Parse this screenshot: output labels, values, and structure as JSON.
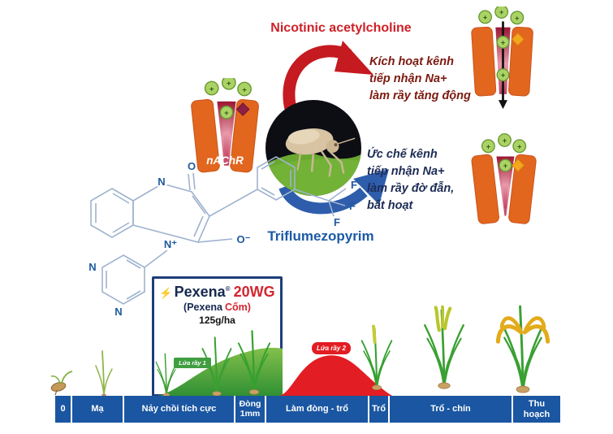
{
  "header": {
    "title": "Nicotinic acetylcholine",
    "compound": "Triflumezopyrim"
  },
  "mechanism": {
    "activation": {
      "lines": [
        "Kích hoạt kênh",
        "tiếp nhận Na+",
        "làm rầy tăng động"
      ]
    },
    "inhibition": {
      "lines": [
        "Ức chế kênh",
        "tiếp nhận Na+",
        "làm rầy đờ đẫn,",
        "bất hoạt"
      ]
    },
    "receptor_label": "nAChR",
    "ion_symbol": "+"
  },
  "molecule": {
    "atom_labels": {
      "o": "O",
      "n": "N",
      "n_plus": "N⁺",
      "o_minus": "O⁻",
      "f": "F",
      "n_left": "N",
      "n_bottom": "N"
    }
  },
  "product": {
    "logo_glyph": "⚡",
    "name": "Pexena",
    "reg_mark": "®",
    "formulation": "20WG",
    "alt_prefix": "(Pexena",
    "alt_accent": "Cốm)",
    "dose": "125g/ha"
  },
  "pests": {
    "wave1": "Lứa rầy 1",
    "wave2": "Lứa rầy 2"
  },
  "timeline": {
    "stages": [
      {
        "label": "0"
      },
      {
        "label": "Mạ"
      },
      {
        "label": "Nảy chồi tích cực"
      },
      {
        "label": "Đòng 1mm"
      },
      {
        "label": "Làm đòng - trổ"
      },
      {
        "label": "Trổ"
      },
      {
        "label": "Trổ - chín"
      },
      {
        "label": "Thu hoạch"
      }
    ]
  },
  "colors": {
    "accent_red": "#c41a20",
    "accent_blue": "#2e5dab",
    "bar_blue": "#1a56a2",
    "brand_navy": "#1d3f79",
    "brand_red": "#d22630",
    "leaf_green": "#3aa032",
    "harvest_gold": "#e3ab1b",
    "receptor_orange": "#e2661e",
    "ion_green": "#abd265",
    "wave1_green": "#3f9e3f",
    "wave2_red": "#e21d23"
  }
}
